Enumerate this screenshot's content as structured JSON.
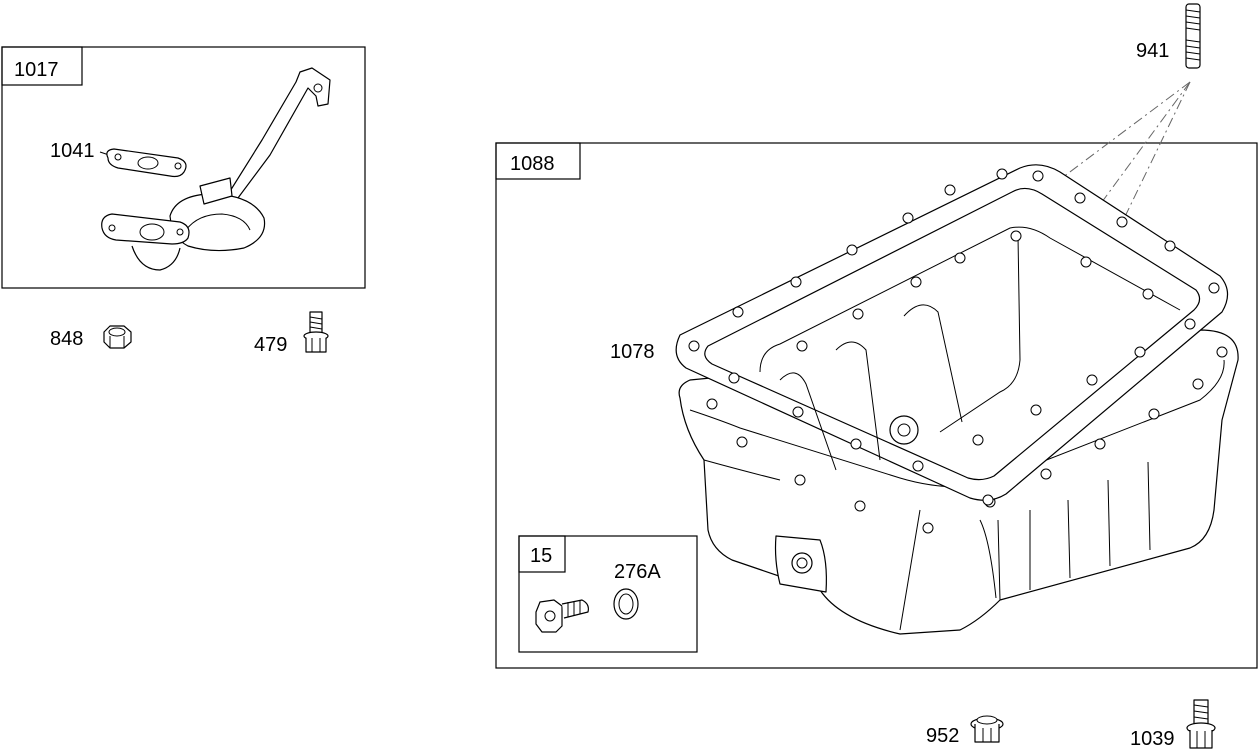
{
  "callouts": {
    "c1017": "1017",
    "c1041": "1041",
    "c848": "848",
    "c479": "479",
    "c941": "941",
    "c1088": "1088",
    "c1078": "1078",
    "c15": "15",
    "c276A": "276A",
    "c952": "952",
    "c1039": "1039"
  },
  "icons": {
    "dipstick_tube": "dipstick-tube-assembly",
    "gasket_small": "flange-gasket",
    "nut": "hex-nut",
    "screw": "flange-screw",
    "stud": "threaded-stud",
    "oil_pan": "oil-pan",
    "pan_gasket": "oil-pan-gasket",
    "drain_plug": "drain-plug",
    "washer": "sealing-washer",
    "bolt_952": "flange-nut",
    "bolt_1039": "hex-flange-bolt"
  }
}
